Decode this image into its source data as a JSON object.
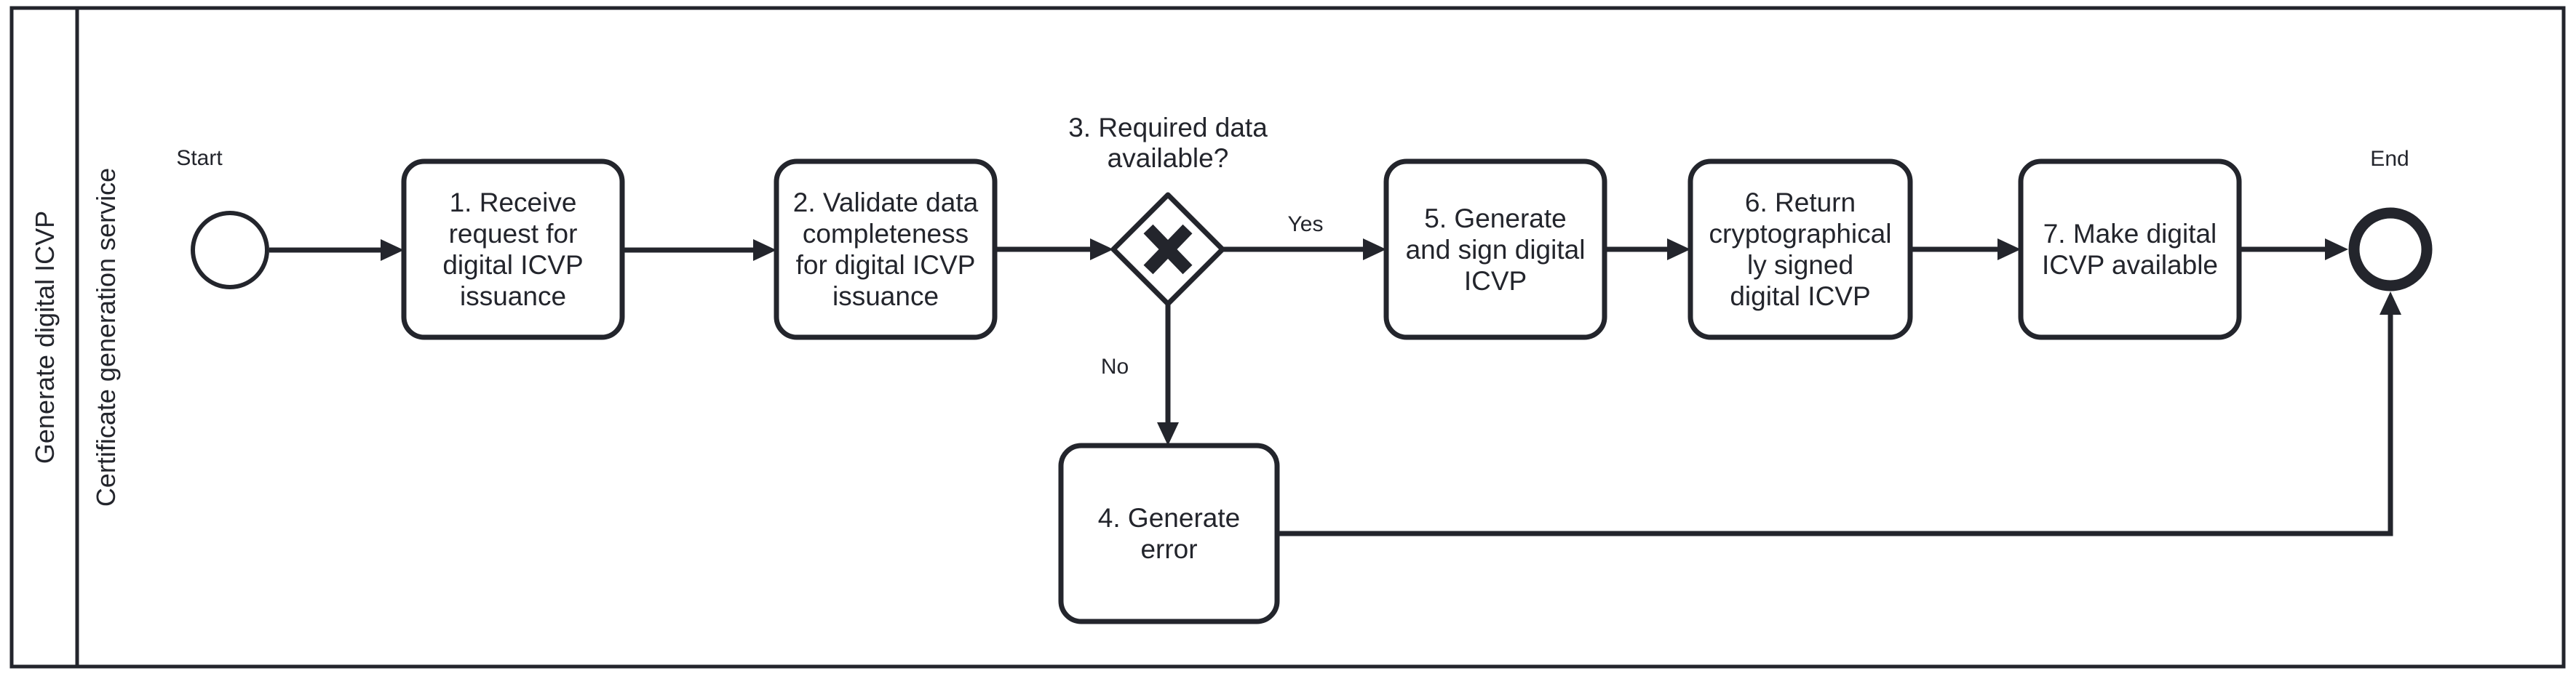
{
  "diagram": {
    "pool_label": "Generate digital ICVP",
    "lane_label": "Certificate generation service",
    "start": {
      "label": "Start"
    },
    "end": {
      "label": "End"
    },
    "gateway": {
      "symbol": "X",
      "lines": [
        "3. Required data",
        "available?"
      ]
    },
    "flows": {
      "yes": "Yes",
      "no": "No"
    },
    "tasks": {
      "t1": {
        "lines": [
          "1. Receive",
          "request for",
          "digital ICVP",
          "issuance"
        ]
      },
      "t2": {
        "lines": [
          "2. Validate data",
          "completeness",
          "for digital ICVP",
          "issuance"
        ]
      },
      "t4": {
        "lines": [
          "4. Generate",
          "error"
        ]
      },
      "t5": {
        "lines": [
          "5. Generate",
          "and sign digital",
          "ICVP"
        ]
      },
      "t6": {
        "lines": [
          "6. Return",
          "cryptographical",
          "ly signed",
          "digital ICVP"
        ]
      },
      "t7": {
        "lines": [
          "7. Make digital",
          "ICVP available"
        ]
      }
    },
    "colors": {
      "stroke": "#23252c",
      "shape_fill": "#ffffff",
      "background": "#ffffff"
    }
  }
}
